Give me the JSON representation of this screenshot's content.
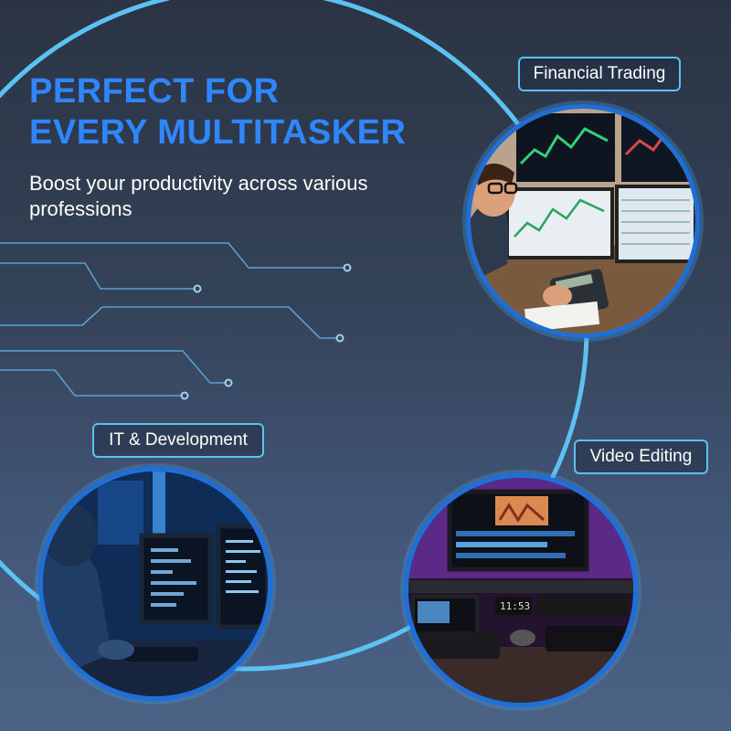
{
  "headline": {
    "line1": "PERFECT FOR",
    "line2": "EVERY MULTITASKER"
  },
  "subheadline": "Boost your productivity across various professions",
  "categories": [
    {
      "label": "Financial Trading"
    },
    {
      "label": "IT & Development"
    },
    {
      "label": "Video Editing"
    }
  ],
  "colors": {
    "headline": "#2f86ff",
    "accent_ring": "#5cc2f2",
    "photo_border": "#1e6fd9",
    "background_top": "#2a3444",
    "background_bottom": "#4c6386"
  }
}
